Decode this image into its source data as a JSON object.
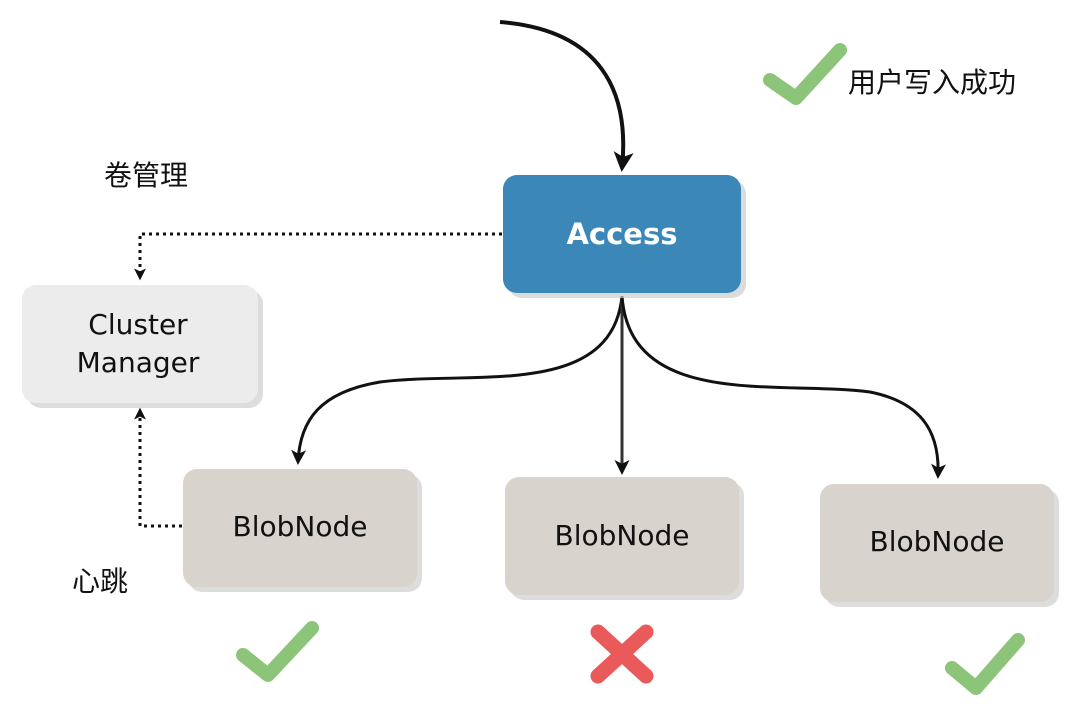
{
  "nodes": {
    "access": {
      "label": "Access",
      "fill": "#3a87b8"
    },
    "cluster_manager": {
      "line1": "Cluster",
      "line2": "Manager",
      "fill": "#ececec"
    },
    "blobnodes": [
      {
        "label": "BlobNode",
        "status": "success"
      },
      {
        "label": "BlobNode",
        "status": "failure"
      },
      {
        "label": "BlobNode",
        "status": "success"
      }
    ],
    "blobnode_fill": "#d8d3cc"
  },
  "annotations": {
    "user_write_success": "用户写入成功",
    "volume_management": "卷管理",
    "heartbeat": "心跳"
  },
  "colors": {
    "check": "#8cc47a",
    "cross": "#ea5a5a",
    "edge": "#111111"
  }
}
